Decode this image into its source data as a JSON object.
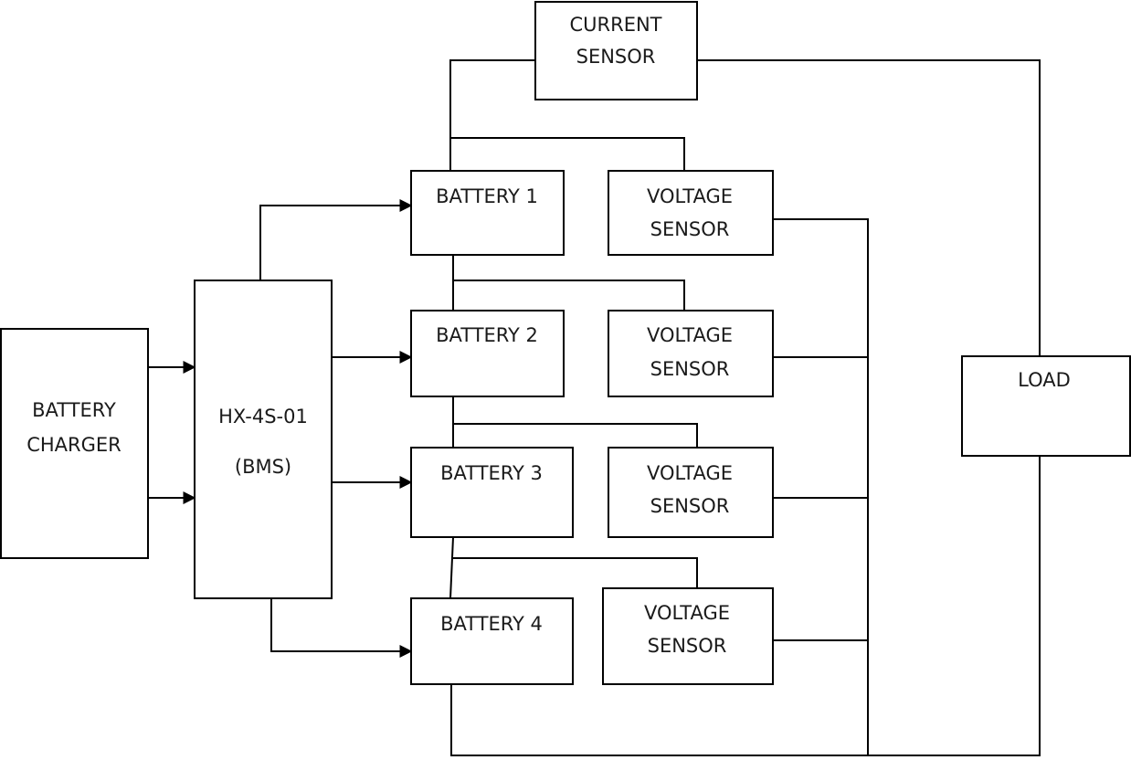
{
  "blocks": {
    "current_sensor": [
      "CURRENT",
      "SENSOR"
    ],
    "battery_charger": [
      "BATTERY",
      "CHARGER"
    ],
    "bms": [
      "HX-4S-01",
      "(BMS)"
    ],
    "battery_1": "BATTERY 1",
    "battery_2": "BATTERY 2",
    "battery_3": "BATTERY 3",
    "battery_4": "BATTERY 4",
    "voltage_sensor": [
      "VOLTAGE",
      "SENSOR"
    ],
    "load": "LOAD"
  }
}
